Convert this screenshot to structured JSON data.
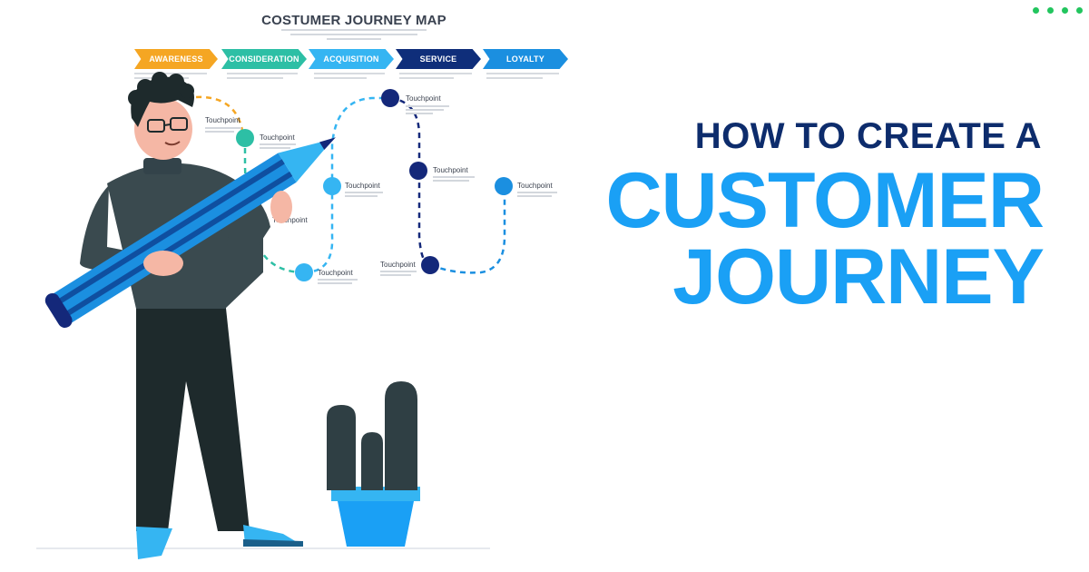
{
  "journey_map": {
    "title": "COSTUMER JOURNEY MAP",
    "stages": [
      {
        "label": "AWARENESS",
        "color": "#f5a623"
      },
      {
        "label": "CONSIDERATION",
        "color": "#2dbfa5"
      },
      {
        "label": "ACQUISITION",
        "color": "#35b5f2"
      },
      {
        "label": "SERVICE",
        "color": "#0f2e7a"
      },
      {
        "label": "LOYALTY",
        "color": "#1b8fe0"
      }
    ],
    "touchpoint_label": "Touchpoint"
  },
  "headline": {
    "line1": "HOW TO CREATE A",
    "line2": "CUSTOMER",
    "line3": "JOURNEY"
  },
  "colors": {
    "navy": "#0d2c6c",
    "accent_blue": "#1aa0f5",
    "teal": "#2dbfa5",
    "dark_navy": "#14287a",
    "shirt": "#3a4a4f",
    "pants": "#1e2a2c",
    "indicator_green": "#22c55e"
  }
}
